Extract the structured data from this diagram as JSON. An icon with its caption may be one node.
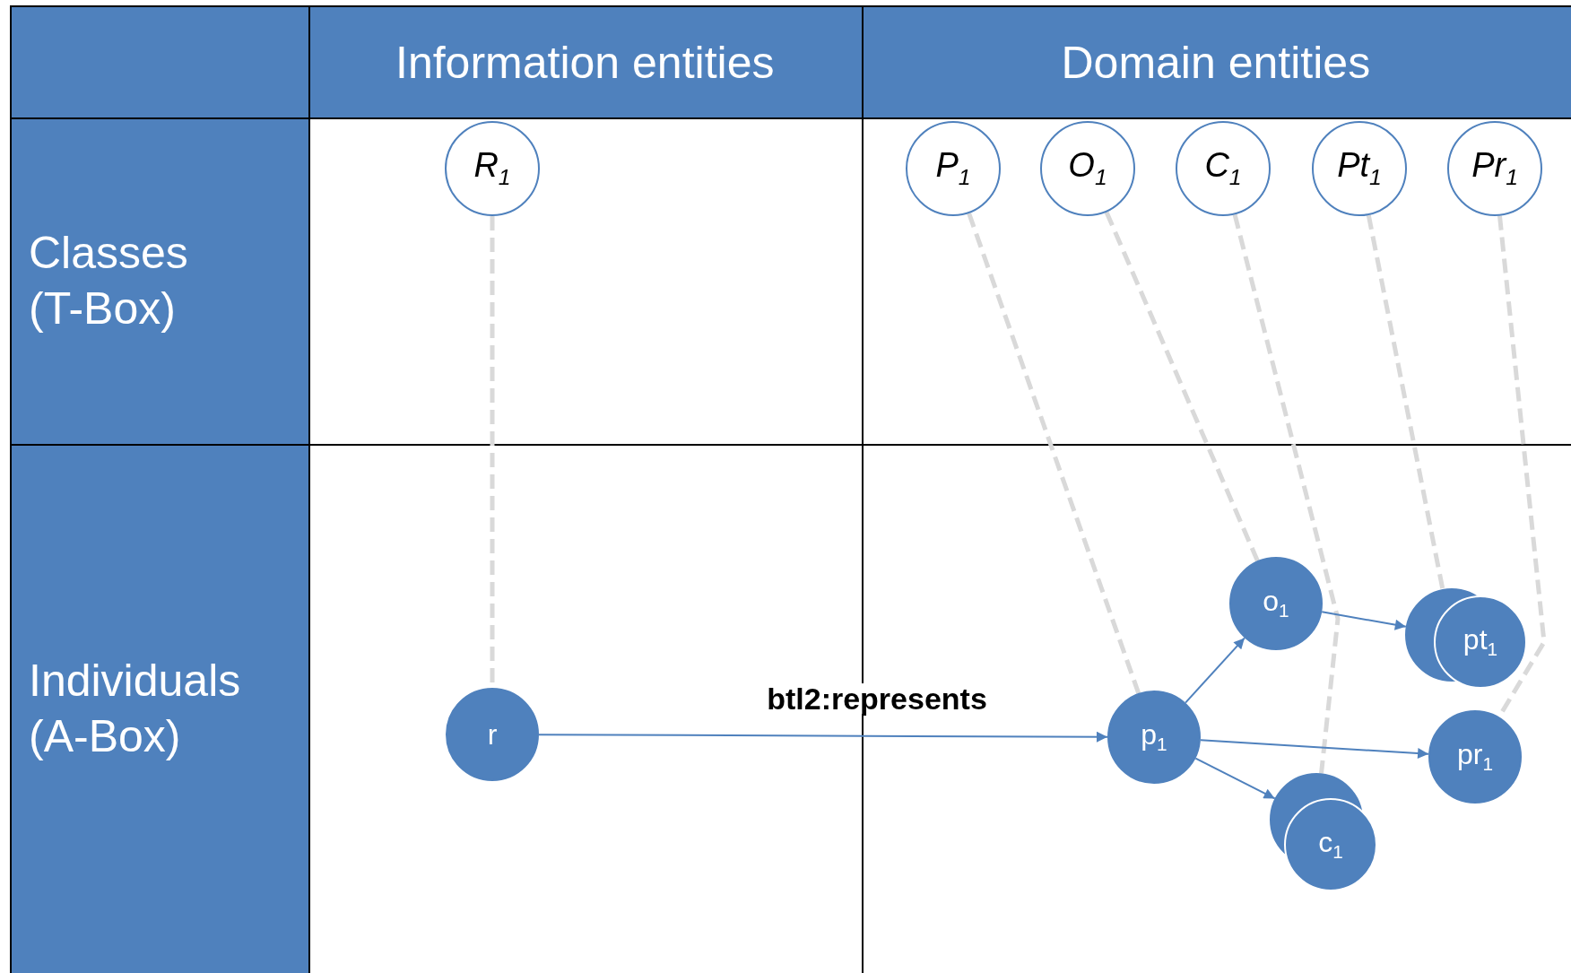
{
  "diagram": {
    "nodes": [
      {
        "text": [
          "R$_{1}$"
        ]
      },
      {
        "text": [
          "P$_{1}$"
        ]
      },
      {
        "text": [
          "O$_{1}$"
        ]
      },
      {
        "text": [
          "C$_{1}$"
        ]
      },
      {
        "text": [
          "Pt$_{1}$"
        ]
      },
      {
        "text": [
          "Pr$_{1}$"
        ]
      },
      {
        "text": [
          "r"
        ]
      },
      {
        "text": [
          "p$_{1}$"
        ]
      },
      {
        "text": [
          "o$_{1}$"
        ]
      },
      {
        "text": [
          "pt$_{1}$"
        ]
      },
      {
        "text": [
          "pr$_{1}$"
        ]
      },
      {
        "text": [
          "c$_{1}$"
        ]
      }
    ],
    "edges": [
      {
        "from": 0,
        "to": 6,
        "arrow": "none",
        "style": "dashed",
        "color": "#d9d9d9"
      },
      {
        "from": 1,
        "to": 7,
        "arrow": "none",
        "style": "dashed",
        "color": "#d9d9d9"
      },
      {
        "from": 2,
        "to": 8,
        "arrow": "none",
        "style": "dashed",
        "color": "#d9d9d9"
      },
      {
        "from": 3,
        "to": 11,
        "arrow": "none",
        "style": "dashed",
        "color": "#d9d9d9"
      },
      {
        "from": 4,
        "to": 9,
        "arrow": "none",
        "style": "dashed",
        "color": "#d9d9d9"
      },
      {
        "from": 5,
        "to": 10,
        "arrow": "none",
        "style": "dashed",
        "color": "#d9d9d9"
      },
      {
        "from": 6,
        "to": 7,
        "arrow": "to",
        "label": "btl2:represents",
        "color": "#4f81bd"
      },
      {
        "from": 7,
        "to": 8,
        "arrow": "to",
        "color": "#4f81bd"
      },
      {
        "from": 7,
        "to": 10,
        "arrow": "to",
        "color": "#4f81bd"
      },
      {
        "from": 7,
        "to": 11,
        "arrow": "to",
        "color": "#4f81bd"
      },
      {
        "from": 8,
        "to": 9,
        "arrow": "to",
        "color": "#4f81bd"
      }
    ],
    "labels": [
      "Information entities",
      "Domain entities",
      "Classes (T-Box)",
      "Individuals (A-Box)"
    ]
  }
}
